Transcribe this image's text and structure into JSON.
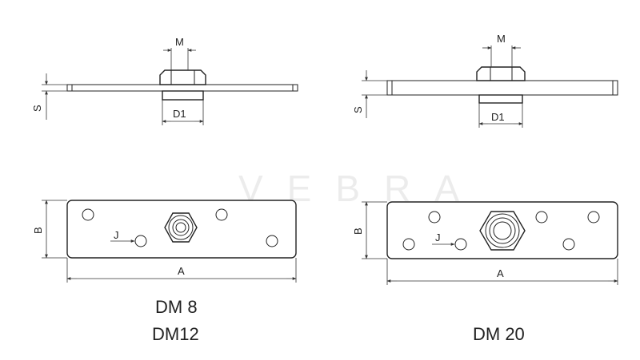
{
  "watermark": "VEBRA",
  "left_drawing": {
    "models": [
      "DM 8",
      "DM12"
    ],
    "labels": {
      "m": "M",
      "s": "S",
      "d1": "D1",
      "b": "B",
      "j": "J",
      "a": "A"
    }
  },
  "right_drawing": {
    "models": [
      "DM 20"
    ],
    "labels": {
      "m": "M",
      "s": "S",
      "d1": "D1",
      "b": "B",
      "j": "J",
      "a": "A"
    }
  }
}
